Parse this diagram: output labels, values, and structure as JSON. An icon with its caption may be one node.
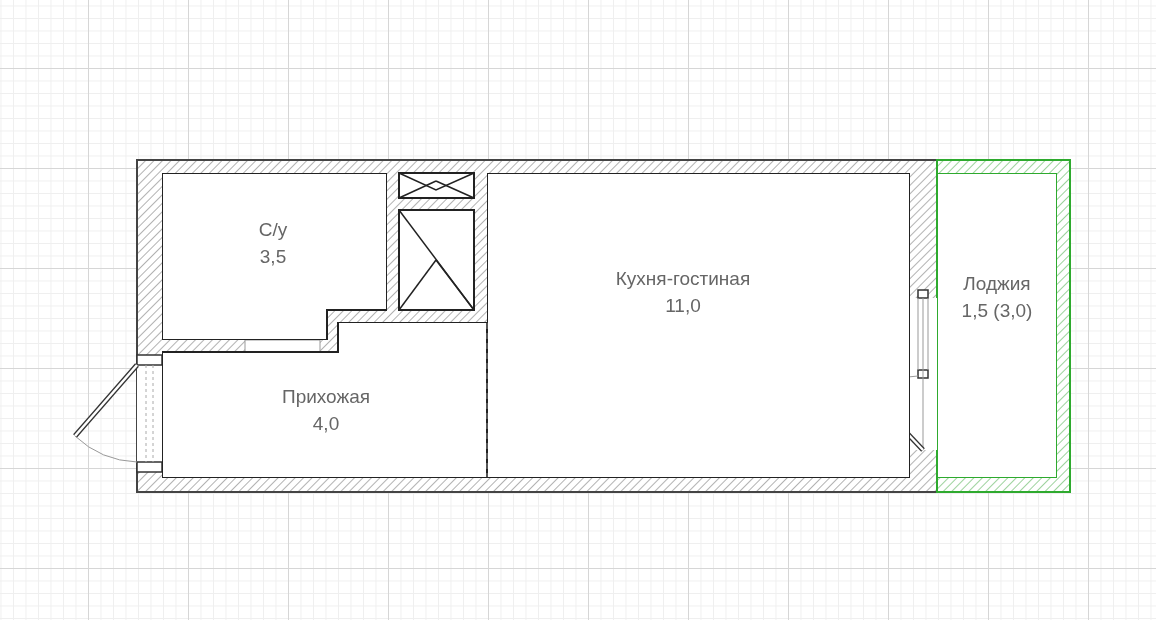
{
  "diagram": {
    "nodes": [
      {
        "text": [
          "С/у",
          "3,5"
        ]
      },
      {
        "text": [
          "Прихожая",
          "4,0"
        ]
      },
      {
        "text": [
          "Кухня-гостиная",
          "11,0"
        ]
      },
      {
        "text": [
          "Лоджия",
          "1,5 (3,0)"
        ]
      }
    ]
  }
}
